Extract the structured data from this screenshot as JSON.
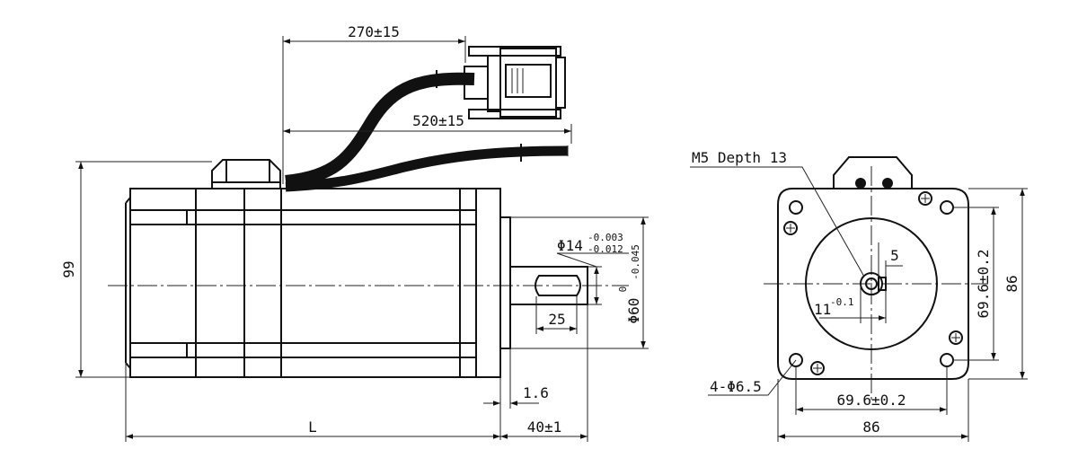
{
  "labels": {
    "cable_connector_length": "270±15",
    "cable_wire_length": "520±15",
    "body_height": "99",
    "shaft_diameter": "Φ14",
    "shaft_tol_upper": "-0.003",
    "shaft_tol_lower": "-0.012",
    "pilot_diameter": "Φ60",
    "pilot_tol_upper": "0",
    "pilot_tol_lower": "-0.045",
    "key_length": "25",
    "flange_thickness": "1.6",
    "shaft_length": "40±1",
    "motor_length": "L",
    "tapped_hole": "M5 Depth 13",
    "key_width": "5",
    "key_height": "11",
    "key_height_tol": "-0.1",
    "hole_spacing_v": "69.6±0.2",
    "flange_size_v": "86",
    "hole_spacing_h": "69.6±0.2",
    "flange_size_h": "86",
    "mount_holes": "4-Φ6.5"
  }
}
